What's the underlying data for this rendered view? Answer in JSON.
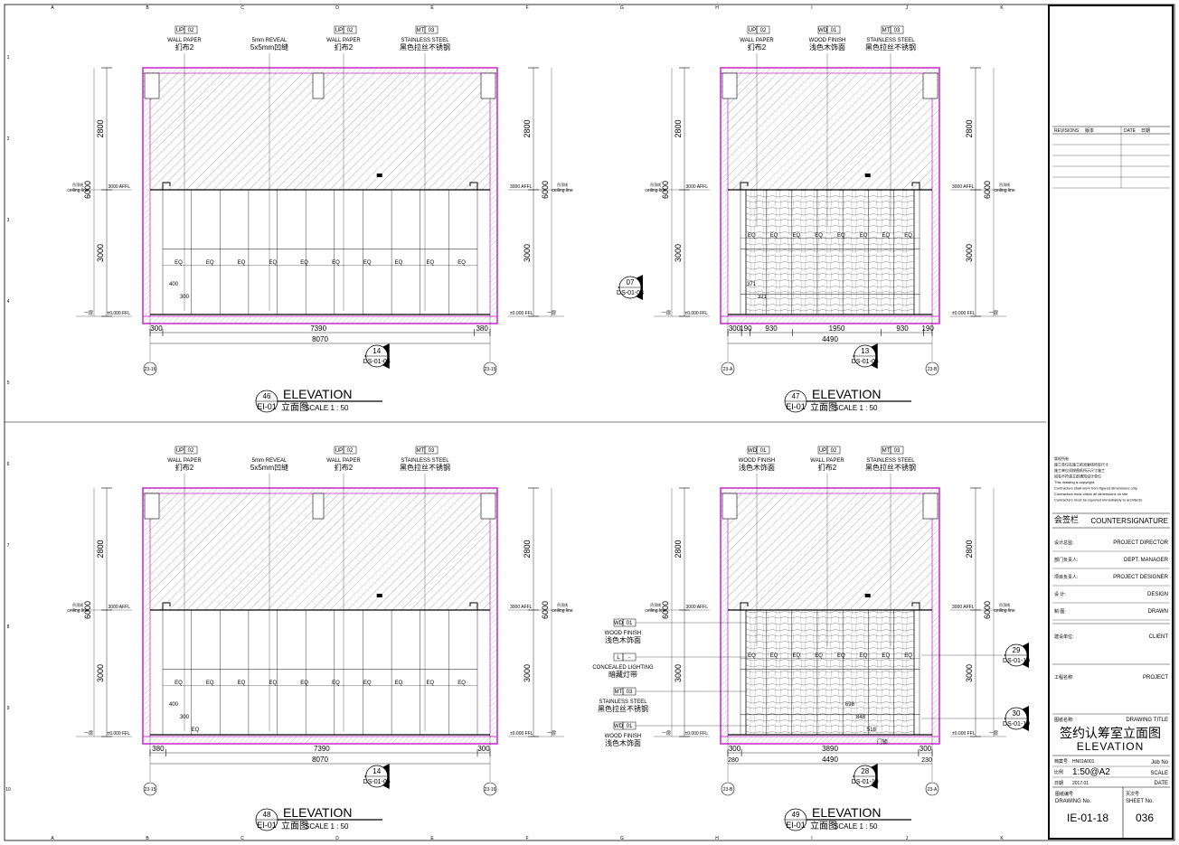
{
  "grid": {
    "top_letters": [
      "A",
      "B",
      "C",
      "D",
      "E",
      "F",
      "G",
      "H",
      "I",
      "J",
      "K"
    ],
    "side_numbers": [
      "1",
      "2",
      "3",
      "4",
      "5",
      "6",
      "7",
      "8",
      "9",
      "10"
    ]
  },
  "views": [
    {
      "number": "46",
      "sheet_ref": "EI-01",
      "title": "ELEVATION",
      "subtitle": "立面图",
      "scale": "SCALE 1 : 50",
      "tags": [
        {
          "code": "UP",
          "num": "02",
          "en": "WALL PAPER",
          "cn": "扪布2"
        },
        {
          "code": "",
          "num": "",
          "en": "5mm REVEAL",
          "cn": "5x5mm凹缝"
        },
        {
          "code": "UP",
          "num": "02",
          "en": "WALL PAPER",
          "cn": "扪布2"
        },
        {
          "code": "MT",
          "num": "03",
          "en": "STAINLESS STEEL",
          "cn": "黑色拉丝不锈钢"
        }
      ],
      "dims_bottom": [
        "300",
        "7390",
        "380"
      ],
      "dims_total": "8070",
      "dims_inner": [
        "EQ",
        "EQ",
        "EQ",
        "EQ",
        "EQ",
        "EQ",
        "EQ",
        "EQ",
        "EQ",
        "EQ"
      ],
      "misc_dims": [
        "400",
        "300"
      ],
      "vdims_left": [
        "2800",
        "3000"
      ],
      "vdims_total": "6000",
      "grid_left": "23-16",
      "grid_right": "23-15",
      "section": {
        "num": "14",
        "ref": "DS-01-05"
      },
      "levels": [
        "3000 AFFL",
        "±0.000 FFL",
        "一层",
        "ceiling line",
        "吊顶线"
      ]
    },
    {
      "number": "47",
      "sheet_ref": "EI-01",
      "title": "ELEVATION",
      "subtitle": "立面图",
      "scale": "SCALE 1 : 50",
      "tags": [
        {
          "code": "UP",
          "num": "02",
          "en": "WALL PAPER",
          "cn": "扪布2"
        },
        {
          "code": "WD",
          "num": "01",
          "en": "WOOD FINISH",
          "cn": "浅色木饰面"
        },
        {
          "code": "MT",
          "num": "03",
          "en": "STAINLESS STEEL",
          "cn": "黑色拉丝不锈钢"
        }
      ],
      "dims_bottom": [
        "300",
        "190",
        "930",
        "1950",
        "930",
        "190"
      ],
      "dims_total": "4490",
      "dims_inner": [
        "EQ",
        "EQ",
        "EQ",
        "EQ",
        "EQ",
        "EQ",
        "EQ",
        "EQ"
      ],
      "misc_dims": [
        "371",
        "321"
      ],
      "vdims_left": [
        "2800",
        "3000"
      ],
      "vdims_total": "6000",
      "grid_left": "23-A",
      "grid_right": "23-B",
      "section": {
        "num": "13",
        "ref": "DS-01-05"
      },
      "callout": {
        "num": "07",
        "ref": "DS-01-03"
      },
      "levels": [
        "3000 AFFL",
        "±0.000 FFL",
        "一层",
        "ceiling line",
        "吊顶线"
      ]
    },
    {
      "number": "48",
      "sheet_ref": "EI-01",
      "title": "ELEVATION",
      "subtitle": "立面图",
      "scale": "SCALE 1 : 50",
      "tags": [
        {
          "code": "UP",
          "num": "02",
          "en": "WALL PAPER",
          "cn": "扪布2"
        },
        {
          "code": "",
          "num": "",
          "en": "5mm REVEAL",
          "cn": "5x5mm凹缝"
        },
        {
          "code": "UP",
          "num": "02",
          "en": "WALL PAPER",
          "cn": "扪布2"
        },
        {
          "code": "MT",
          "num": "03",
          "en": "STAINLESS STEEL",
          "cn": "黑色拉丝不锈钢"
        }
      ],
      "dims_bottom": [
        "380",
        "7390",
        "300"
      ],
      "dims_total": "8070",
      "dims_inner": [
        "EQ",
        "EQ",
        "EQ",
        "EQ",
        "EQ",
        "EQ",
        "EQ",
        "EQ",
        "EQ",
        "EQ"
      ],
      "misc_dims": [
        "400",
        "300",
        "EQ"
      ],
      "vdims_left": [
        "2800",
        "3000"
      ],
      "vdims_total": "6000",
      "grid_left": "23-15",
      "grid_right": "23-16",
      "section": {
        "num": "14",
        "ref": "DS-01-05"
      },
      "levels": [
        "3000 AFFL",
        "±0.000 FFL",
        "一层",
        "ceiling line",
        "吊顶线"
      ]
    },
    {
      "number": "49",
      "sheet_ref": "EI-01",
      "title": "ELEVATION",
      "subtitle": "立面图",
      "scale": "SCALE 1 : 50",
      "tags": [
        {
          "code": "WD",
          "num": "01",
          "en": "WOOD FINISH",
          "cn": "浅色木饰面"
        },
        {
          "code": "UP",
          "num": "02",
          "en": "WALL PAPER",
          "cn": "扪布2"
        },
        {
          "code": "MT",
          "num": "03",
          "en": "STAINLESS STEEL",
          "cn": "黑色拉丝不锈钢"
        }
      ],
      "left_tags": [
        {
          "code": "WD",
          "num": "01",
          "en": "WOOD FINISH",
          "cn": "浅色木饰面"
        },
        {
          "code": "L",
          "num": "-",
          "en": "CONCEALED LIGHTING",
          "cn": "暗藏灯带"
        },
        {
          "code": "MT",
          "num": "03",
          "en": "STAINLESS STEEL",
          "cn": "黑色拉丝不锈钢"
        },
        {
          "code": "WD",
          "num": "01",
          "en": "WOOD FINISH",
          "cn": "浅色木饰面"
        }
      ],
      "dims_bottom": [
        "300",
        "3890",
        "300"
      ],
      "dims_bottom2": [
        "280",
        "4490",
        "230"
      ],
      "dims_inner": [
        "EQ",
        "EQ",
        "EQ",
        "EQ",
        "EQ",
        "EQ",
        "EQ",
        "EQ"
      ],
      "misc_dims": [
        "698",
        "848",
        "518",
        "门锁"
      ],
      "vdims_left": [
        "2800",
        "3000"
      ],
      "vdims_total": "6000",
      "grid_left": "23-B",
      "grid_right": "23-A",
      "section": {
        "num": "28",
        "ref": "DS-01-10"
      },
      "callouts_right": [
        {
          "num": "29",
          "ref": "DS-01-10"
        },
        {
          "num": "30",
          "ref": "DS-01-10"
        }
      ],
      "levels": [
        "3000 AFFL",
        "±0.000 FFL",
        "一层",
        "ceiling line",
        "吊顶线"
      ]
    }
  ],
  "title_block": {
    "revision_headers": [
      "REVISIONS",
      "版本",
      "DATE",
      "日期"
    ],
    "notes": [
      "版权所有",
      "施工单位在施工前须复核所有尺寸",
      "施工单位须按图纸所示尺寸施工",
      "如有不符请立即通知设计单位",
      "This drawing is copyright",
      "Contractors shall work from figured dimensions only",
      "Contractors must check all dimensions on site",
      "Contractors must be reported immediately to architects"
    ],
    "countersignature_cn": "会签栏",
    "countersignature_en": "COUNTERSIGNATURE",
    "roles": [
      {
        "cn": "设计总监:",
        "en": "PROJECT DIRECTOR"
      },
      {
        "cn": "部门负责人:",
        "en": "DEPT. MANAGER"
      },
      {
        "cn": "项目负责人:",
        "en": "PROJECT DESIGNER"
      },
      {
        "cn": "设    计:",
        "en": "DESIGN"
      },
      {
        "cn": "制    图:",
        "en": "DRAWN"
      }
    ],
    "client_cn": "建设单位:",
    "client_en": "CLIENT",
    "project_cn": "工程名称:",
    "project_en": "PROJECT",
    "drawing_title_cn_label": "图纸名称:",
    "drawing_title_en_label": "DRAWING TITLE",
    "drawing_title_cn": "签约认筹室立面图",
    "drawing_title_en": "ELEVATION",
    "job_label_cn": "档案号",
    "job_no": "HN01A001",
    "job_label_en": "Job No",
    "scale_label_cn": "比例",
    "scale": "1:50@A2",
    "scale_label_en": "SCALE",
    "date_label_cn": "日期",
    "date": "2017.01",
    "date_label_en": "DATE",
    "drawing_no_label_cn": "图纸编号",
    "drawing_no_label_en": "DRAWING No.",
    "sheet_no_label_cn": "页次号",
    "sheet_no_label_en": "SHEET No.",
    "drawing_no": "IE-01-18",
    "sheet_no": "036"
  },
  "colors": {
    "wall_outline": "#cc33cc",
    "line": "#000000",
    "hatch": "#555555"
  }
}
